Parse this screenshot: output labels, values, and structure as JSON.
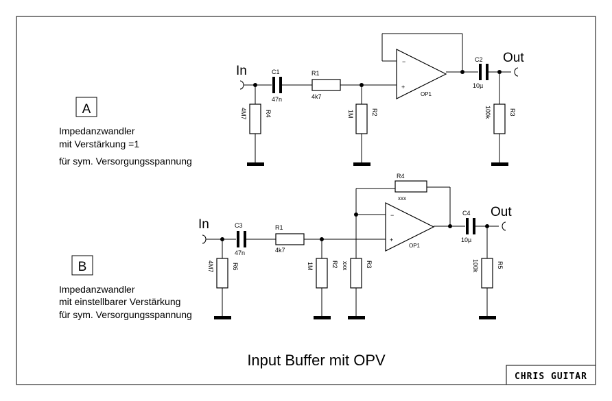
{
  "title": "Input Buffer mit OPV",
  "logo": "CHRIS GUITAR",
  "circuit_a": {
    "box_label": "A",
    "description": [
      "Impedanzwandler",
      "mit Verstärkung =1",
      "für sym. Versorgungsspannung"
    ],
    "input_label": "In",
    "output_label": "Out",
    "c_in": {
      "name": "C1",
      "value": "47n"
    },
    "r_series": {
      "name": "R1",
      "value": "4k7"
    },
    "r_in_gnd": {
      "name": "R4",
      "value": "4M7"
    },
    "r_bias": {
      "name": "R2",
      "value": "1M"
    },
    "opamp": {
      "name": "OP1",
      "minus": "−",
      "plus": "+"
    },
    "c_out": {
      "name": "C2",
      "value": "10µ"
    },
    "r_out": {
      "name": "R3",
      "value": "100k"
    }
  },
  "circuit_b": {
    "box_label": "B",
    "description": [
      "Impedanzwandler",
      "mit einstellbarer Verstärkung",
      "für sym. Versorgungsspannung"
    ],
    "input_label": "In",
    "output_label": "Out",
    "c_in": {
      "name": "C3",
      "value": "47n"
    },
    "r_series": {
      "name": "R1",
      "value": "4k7"
    },
    "r_in_gnd": {
      "name": "R6",
      "value": "4M7"
    },
    "r_bias": {
      "name": "R2",
      "value": "1M"
    },
    "r_gain": {
      "name": "R3",
      "value": "xxx"
    },
    "r_feedback": {
      "name": "R4",
      "value": "xxx"
    },
    "opamp": {
      "name": "OP1",
      "minus": "−",
      "plus": "+"
    },
    "c_out": {
      "name": "C4",
      "value": "10µ"
    },
    "r_out": {
      "name": "R5",
      "value": "100k"
    }
  }
}
